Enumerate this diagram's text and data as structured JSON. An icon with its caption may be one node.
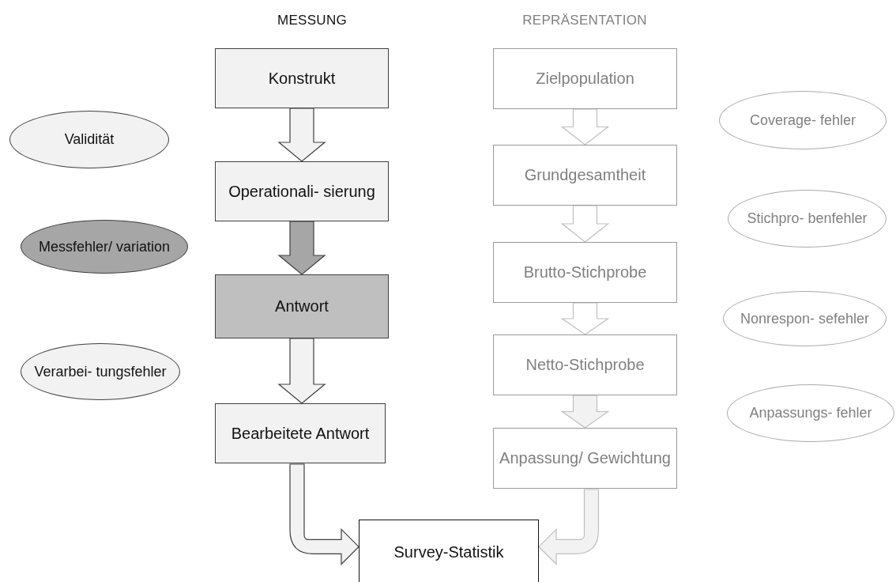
{
  "diagram": {
    "nodes": [
      {
        "text": [
          "Konstrukt"
        ]
      },
      {
        "text": [
          "Operationali- sierung"
        ]
      },
      {
        "text": [
          "Antwort"
        ]
      },
      {
        "text": [
          "Bearbeitete Antwort"
        ]
      },
      {
        "text": [
          "Zielpopulation"
        ]
      },
      {
        "text": [
          "Grundgesamtheit"
        ]
      },
      {
        "text": [
          "Brutto-Stichprobe"
        ]
      },
      {
        "text": [
          "Netto-Stichprobe"
        ]
      },
      {
        "text": [
          "Anpassung/ Gewichtung"
        ]
      },
      {
        "text": [
          "Survey-Statistik"
        ]
      },
      {
        "text": [
          "Validität"
        ]
      },
      {
        "text": [
          "Messfehler/ variation"
        ]
      },
      {
        "text": [
          "Verarbei- tungsfehler"
        ]
      },
      {
        "text": [
          "Coverage- fehler"
        ]
      },
      {
        "text": [
          "Stichpro- benfehler"
        ]
      },
      {
        "text": [
          "Nonrespon- sefehler"
        ]
      },
      {
        "text": [
          "Anpassungs- fehler"
        ]
      }
    ],
    "edges": [
      {
        "from": 0,
        "to": 1,
        "arrow": "to"
      },
      {
        "from": 1,
        "to": 2,
        "arrow": "to"
      },
      {
        "from": 2,
        "to": 3,
        "arrow": "to"
      },
      {
        "from": 3,
        "to": 9,
        "arrow": "to"
      },
      {
        "from": 4,
        "to": 5,
        "arrow": "to",
        "color": "#bfbfbf"
      },
      {
        "from": 5,
        "to": 6,
        "arrow": "to",
        "color": "#bfbfbf"
      },
      {
        "from": 6,
        "to": 7,
        "arrow": "to",
        "color": "#bfbfbf"
      },
      {
        "from": 7,
        "to": 8,
        "arrow": "to",
        "color": "#bfbfbf"
      },
      {
        "from": 8,
        "to": 9,
        "arrow": "to",
        "color": "#bfbfbf"
      }
    ],
    "labels": [
      "MESSUNG",
      "REPRÄSENTATION"
    ]
  }
}
